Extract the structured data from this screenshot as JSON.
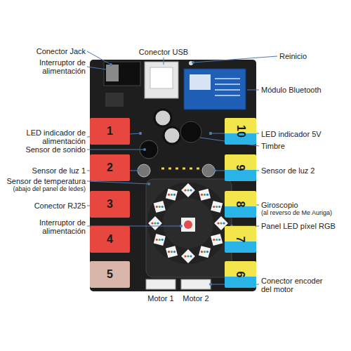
{
  "diagram": {
    "nodes": [
      {
        "text": [
          "1"
        ]
      },
      {
        "text": [
          "2"
        ]
      },
      {
        "text": [
          "3"
        ]
      },
      {
        "text": [
          "4"
        ]
      },
      {
        "text": [
          "5"
        ]
      },
      {
        "text": [
          "10"
        ]
      },
      {
        "text": [
          "9"
        ]
      },
      {
        "text": [
          "8"
        ]
      },
      {
        "text": [
          "7"
        ]
      },
      {
        "text": [
          "6"
        ]
      }
    ],
    "labels": [
      "Conector Jack",
      "Conector USB",
      "Reinicio",
      "Interruptor de alimentación",
      "Módulo Bluetooth",
      "LED indicador de alimentación",
      "LED indicador 5V",
      "Sensor de sonido",
      "Timbre",
      "Sensor de luz 1",
      "Sensor de luz 2",
      "Sensor de temperatura",
      "(abajo del panel de ledes)",
      "Conector RJ25",
      "Giroscopio",
      "(al reverso de Me Auriga)",
      "Interruptor de alimentación",
      "Panel LED píxel RGB",
      "Conector encoder del motor",
      "Motor 1",
      "Motor 2"
    ]
  }
}
